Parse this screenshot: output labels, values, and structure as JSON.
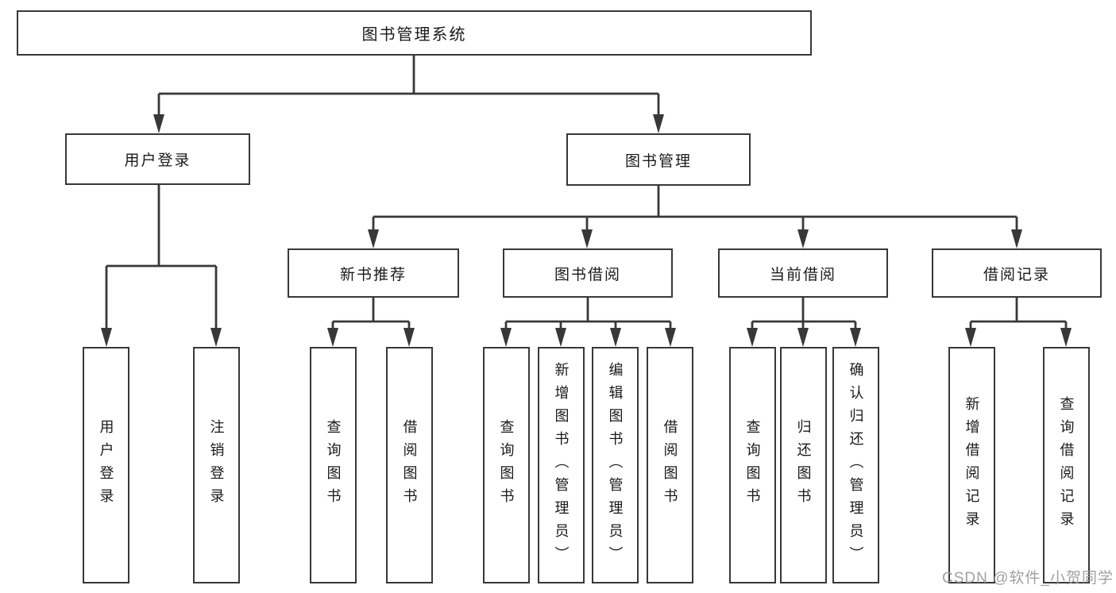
{
  "tree": {
    "root": {
      "label": "图书管理系统"
    },
    "children": [
      {
        "label": "用户登录",
        "children": [
          {
            "label": "用户登录"
          },
          {
            "label": "注销登录"
          }
        ]
      },
      {
        "label": "图书管理",
        "children": [
          {
            "label": "新书推荐",
            "children": [
              {
                "label": "查询图书"
              },
              {
                "label": "借阅图书"
              }
            ]
          },
          {
            "label": "图书借阅",
            "children": [
              {
                "label": "查询图书"
              },
              {
                "label": "新增图书（管理员）"
              },
              {
                "label": "编辑图书（管理员）"
              },
              {
                "label": "借阅图书"
              }
            ]
          },
          {
            "label": "当前借阅",
            "children": [
              {
                "label": "查询图书"
              },
              {
                "label": "归还图书"
              },
              {
                "label": "确认归还（管理员）"
              }
            ]
          },
          {
            "label": "借阅记录",
            "children": [
              {
                "label": "新增借阅记录"
              },
              {
                "label": "查询借阅记录"
              }
            ]
          }
        ]
      }
    ]
  },
  "watermark": "CSDN @软件_小贺同学",
  "colors": {
    "line": "#383838",
    "text": "#1a1a1a",
    "background": "#ffffff",
    "watermark": "#9b9b9b"
  }
}
